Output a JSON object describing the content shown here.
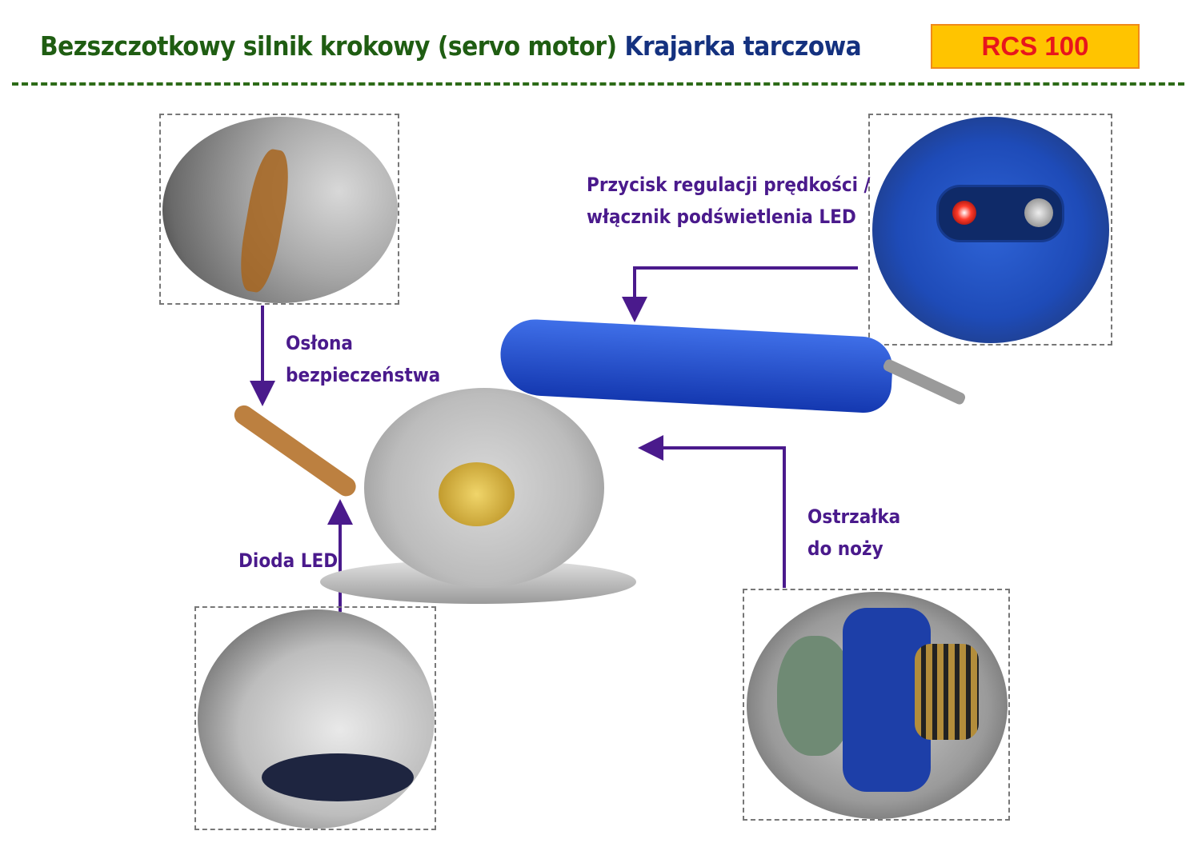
{
  "header": {
    "title_green": "Bezszczotkowy silnik krokowy (servo motor)",
    "title_blue": "Krajarka tarczowa",
    "model": "RCS 100"
  },
  "callouts": {
    "speed_button": {
      "line1": "Przycisk regulacji prędkości /",
      "line2": "włącznik podświetlenia LED"
    },
    "safety_guard": {
      "line1": "Osłona",
      "line2": "bezpieczeństwa"
    },
    "led": {
      "line1": "Dioda LED"
    },
    "sharpener": {
      "line1": "Ostrzałka",
      "line2": "do noży"
    }
  },
  "colors": {
    "green": "#1f5d12",
    "blue": "#14317f",
    "accent": "#4a1a8c",
    "badge": "#ffc400",
    "badge_text": "#e8151c"
  }
}
